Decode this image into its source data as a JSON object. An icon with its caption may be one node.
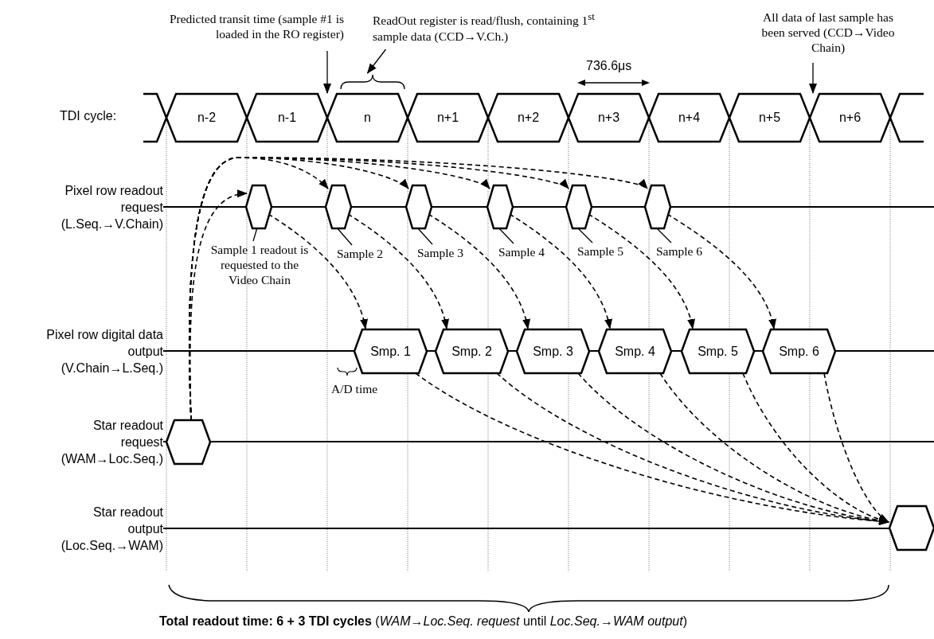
{
  "diagram": {
    "nodes": [
      {
        "text": [
          "Predicted transit time (sample #1 is loaded in the RO register)"
        ]
      },
      {
        "text": [
          "ReadOut register is read/flush, containing 1$^{st}$ sample data (CCD→V.Ch.)"
        ]
      },
      {
        "text": [
          "All data of last sample has been served (CCD→Video Chain)"
        ]
      },
      {
        "text": [],
        "shape": "hexagon"
      },
      {
        "text": [
          "n-2"
        ]
      },
      {
        "text": [
          "n-1"
        ]
      },
      {
        "text": [
          "n"
        ]
      },
      {
        "text": [
          "n+1"
        ]
      },
      {
        "text": [
          "n+2"
        ]
      },
      {
        "text": [
          "n+3"
        ]
      },
      {
        "text": [
          "n+4"
        ]
      },
      {
        "text": [
          "n+5"
        ]
      },
      {
        "text": [
          "n+6"
        ]
      },
      {
        "text": [],
        "shape": "hexagon"
      },
      {
        "text": [],
        "shape": "hexagon"
      },
      {
        "text": [],
        "shape": "hexagon"
      },
      {
        "text": [],
        "shape": "hexagon"
      },
      {
        "text": [],
        "shape": "hexagon"
      },
      {
        "text": [],
        "shape": "hexagon"
      },
      {
        "text": [],
        "shape": "hexagon"
      },
      {
        "text": [
          "Sample 1 readout is requested to the Video Chain"
        ]
      },
      {
        "text": [
          "Sample 2"
        ]
      },
      {
        "text": [
          "Sample 3"
        ]
      },
      {
        "text": [
          "Sample 4"
        ]
      },
      {
        "text": [
          "Sample 5"
        ]
      },
      {
        "text": [
          "Sample 6"
        ]
      },
      {
        "text": [
          "Smp. 1"
        ]
      },
      {
        "text": [
          "Smp. 2"
        ]
      },
      {
        "text": [
          "Smp. 3"
        ]
      },
      {
        "text": [
          "Smp. 4"
        ]
      },
      {
        "text": [
          "Smp. 5"
        ]
      },
      {
        "text": [
          "Smp. 6"
        ]
      },
      {
        "text": [],
        "shape": "hexagon"
      },
      {
        "text": [],
        "shape": "hexagon"
      }
    ],
    "edges": [
      {
        "from": 0,
        "to": 5,
        "arrow": "to"
      },
      {
        "from": 1,
        "to": 6,
        "arrow": "to"
      },
      {
        "from": 2,
        "to": 11,
        "arrow": "to"
      },
      {
        "from": 32,
        "to": 14,
        "arrow": "to",
        "style": "dashed"
      },
      {
        "from": 32,
        "to": 15,
        "arrow": "to",
        "style": "dashed"
      },
      {
        "from": 32,
        "to": 16,
        "arrow": "to",
        "style": "dashed"
      },
      {
        "from": 32,
        "to": 17,
        "arrow": "to",
        "style": "dashed"
      },
      {
        "from": 32,
        "to": 18,
        "arrow": "to",
        "style": "dashed"
      },
      {
        "from": 32,
        "to": 19,
        "arrow": "to",
        "style": "dashed"
      },
      {
        "from": 14,
        "to": 26,
        "arrow": "to",
        "style": "dashed"
      },
      {
        "from": 15,
        "to": 27,
        "arrow": "to",
        "style": "dashed"
      },
      {
        "from": 16,
        "to": 28,
        "arrow": "to",
        "style": "dashed"
      },
      {
        "from": 17,
        "to": 29,
        "arrow": "to",
        "style": "dashed"
      },
      {
        "from": 18,
        "to": 30,
        "arrow": "to",
        "style": "dashed"
      },
      {
        "from": 19,
        "to": 31,
        "arrow": "to",
        "style": "dashed"
      },
      {
        "from": 26,
        "to": 33,
        "arrow": "to",
        "style": "dashed"
      },
      {
        "from": 27,
        "to": 33,
        "arrow": "to",
        "style": "dashed"
      },
      {
        "from": 28,
        "to": 33,
        "arrow": "to",
        "style": "dashed"
      },
      {
        "from": 29,
        "to": 33,
        "arrow": "to",
        "style": "dashed"
      },
      {
        "from": 30,
        "to": 33,
        "arrow": "to",
        "style": "dashed"
      },
      {
        "from": 31,
        "to": 33,
        "arrow": "to",
        "style": "dashed"
      },
      {
        "from": 20,
        "to": 14,
        "arrow": "none"
      },
      {
        "from": 21,
        "to": 15,
        "arrow": "none"
      },
      {
        "from": 22,
        "to": 16,
        "arrow": "none"
      },
      {
        "from": 23,
        "to": 17,
        "arrow": "none"
      },
      {
        "from": 24,
        "to": 18,
        "arrow": "none"
      },
      {
        "from": 25,
        "to": 19,
        "arrow": "none"
      }
    ],
    "labels": [
      "TDI cycle:",
      "736.6μs",
      "Pixel row readout request (L.Seq.→V.Chain)",
      "Pixel row digital data output (V.Chain→L.Seq.)",
      "A/D time",
      "Star readout request (WAM→Loc.Seq.)",
      "Star readout output (Loc.Seq.→WAM)",
      "**Total readout time: 6 + 3 TDI cycles** (*WAM→Loc.Seq. request* until *Loc.Seq.→WAM output*)"
    ]
  }
}
